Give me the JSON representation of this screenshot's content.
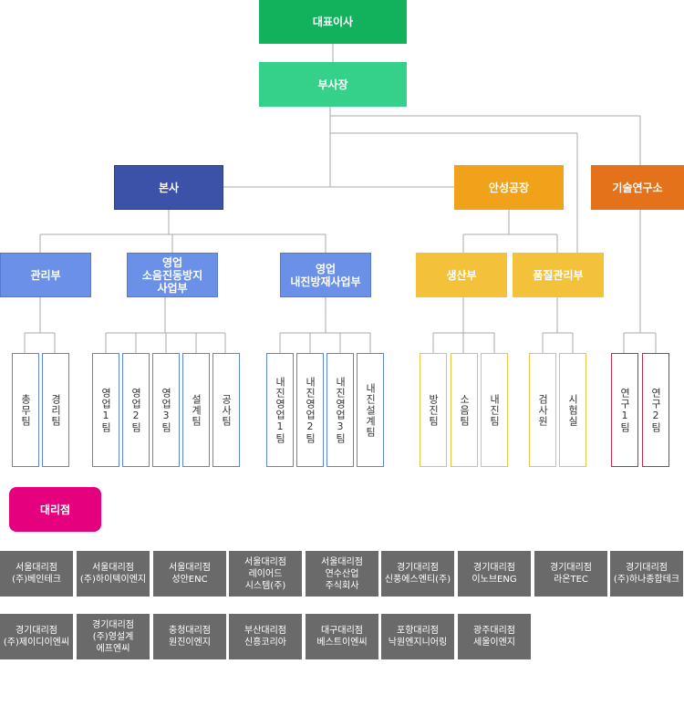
{
  "top": {
    "ceo": "대표이사",
    "vp": "부사장"
  },
  "divisions": {
    "hq": "본사",
    "anseong": "안성공장",
    "lab": "기술연구소"
  },
  "departments": {
    "admin": "관리부",
    "sales_noise": "영업\n소음진동방지\n사업부",
    "sales_fire": "영업\n내진방재사업부",
    "production": "생산부",
    "quality": "품질관리부"
  },
  "teams": {
    "admin": [
      "총무팀",
      "경리팀"
    ],
    "sales_noise": [
      "영업1팀",
      "영업2팀",
      "영업3팀",
      "설계팀",
      "공사팀"
    ],
    "sales_fire": [
      "내진영업1팀",
      "내진영업2팀",
      "내진영업3팀",
      "내진설계팀"
    ],
    "production": [
      "방진팀",
      "소음팀",
      "내진팀"
    ],
    "quality": [
      "검사원",
      "시험실"
    ],
    "lab": [
      "연구1팀",
      "연구2팀"
    ]
  },
  "agency_title": "대리점",
  "agencies_row1": [
    "서울대리점\n(주)베인테크",
    "서울대리점\n(주)하이텍이엔지",
    "서울대리점\n성안ENC",
    "서울대리점\n레이어드\n시스템(주)",
    "서울대리점\n연수산업\n주식회사",
    "경기대리점\n신풍에스엔티(주)",
    "경기대리점\n이노브ENG",
    "경기대리점\n라온TEC",
    "경기대리점\n(주)하나종합테크"
  ],
  "agencies_row2": [
    "경기대리점\n(주)제이디이엔씨",
    "경기대리점\n(주)영설계\n에프엔씨",
    "충청대리점\n원진이엔지",
    "부산대리점\n신흥코리아",
    "대구대리점\n베스트이엔씨",
    "포항대리점\n낙원엔지니어링",
    "광주대리점\n세울이엔지"
  ]
}
